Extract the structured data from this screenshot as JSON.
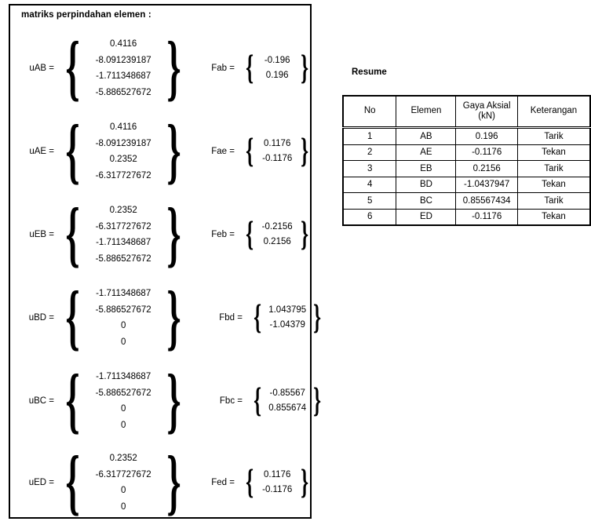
{
  "panel": {
    "title": "matriks perpindahan elemen :",
    "groups": [
      {
        "u_label": "uAB =",
        "u_values": [
          "0.4116",
          "-8.091239187",
          "-1.711348687",
          "-5.886527672"
        ],
        "f_label": "Fab =",
        "f_values": [
          "-0.196",
          "0.196"
        ]
      },
      {
        "u_label": "uAE =",
        "u_values": [
          "0.4116",
          "-8.091239187",
          "0.2352",
          "-6.317727672"
        ],
        "f_label": "Fae =",
        "f_values": [
          "0.1176",
          "-0.1176"
        ]
      },
      {
        "u_label": "uEB =",
        "u_values": [
          "0.2352",
          "-6.317727672",
          "-1.711348687",
          "-5.886527672"
        ],
        "f_label": "Feb =",
        "f_values": [
          "-0.2156",
          "0.2156"
        ]
      },
      {
        "u_label": "uBD =",
        "u_values": [
          "-1.711348687",
          "-5.886527672",
          "0",
          "0"
        ],
        "f_label": "Fbd =",
        "f_values": [
          "1.043795",
          "-1.04379"
        ]
      },
      {
        "u_label": "uBC =",
        "u_values": [
          "-1.711348687",
          "-5.886527672",
          "0",
          "0"
        ],
        "f_label": "Fbc =",
        "f_values": [
          "-0.85567",
          "0.855674"
        ]
      },
      {
        "u_label": "uED =",
        "u_values": [
          "0.2352",
          "-6.317727672",
          "0",
          "0"
        ],
        "f_label": "Fed =",
        "f_values": [
          "0.1176",
          "-0.1176"
        ]
      }
    ],
    "brace_open": "{",
    "brace_close": "}"
  },
  "resume": {
    "title": "Resume",
    "columns": [
      "No",
      "Elemen",
      "Gaya Aksial\n(kN)",
      "Keterangan"
    ],
    "column_header_lines": [
      [
        "No"
      ],
      [
        "Elemen"
      ],
      [
        "Gaya Aksial",
        "(kN)"
      ],
      [
        "Keterangan"
      ]
    ],
    "rows": [
      {
        "no": "1",
        "elemen": "AB",
        "gaya_aksial": "0.196",
        "keterangan": "Tarik"
      },
      {
        "no": "2",
        "elemen": "AE",
        "gaya_aksial": "-0.1176",
        "keterangan": "Tekan"
      },
      {
        "no": "3",
        "elemen": "EB",
        "gaya_aksial": "0.2156",
        "keterangan": "Tarik"
      },
      {
        "no": "4",
        "elemen": "BD",
        "gaya_aksial": "-1.0437947",
        "keterangan": "Tekan"
      },
      {
        "no": "5",
        "elemen": "BC",
        "gaya_aksial": "0.85567434",
        "keterangan": "Tarik"
      },
      {
        "no": "6",
        "elemen": "ED",
        "gaya_aksial": "-0.1176",
        "keterangan": "Tekan"
      }
    ]
  },
  "colors": {
    "text": "#000000",
    "border": "#000000",
    "background": "#ffffff"
  },
  "layout": {
    "group_tops": [
      28,
      134,
      240,
      346,
      452,
      556
    ],
    "fvec_lefts": [
      248,
      248,
      248,
      258,
      258,
      248
    ]
  }
}
